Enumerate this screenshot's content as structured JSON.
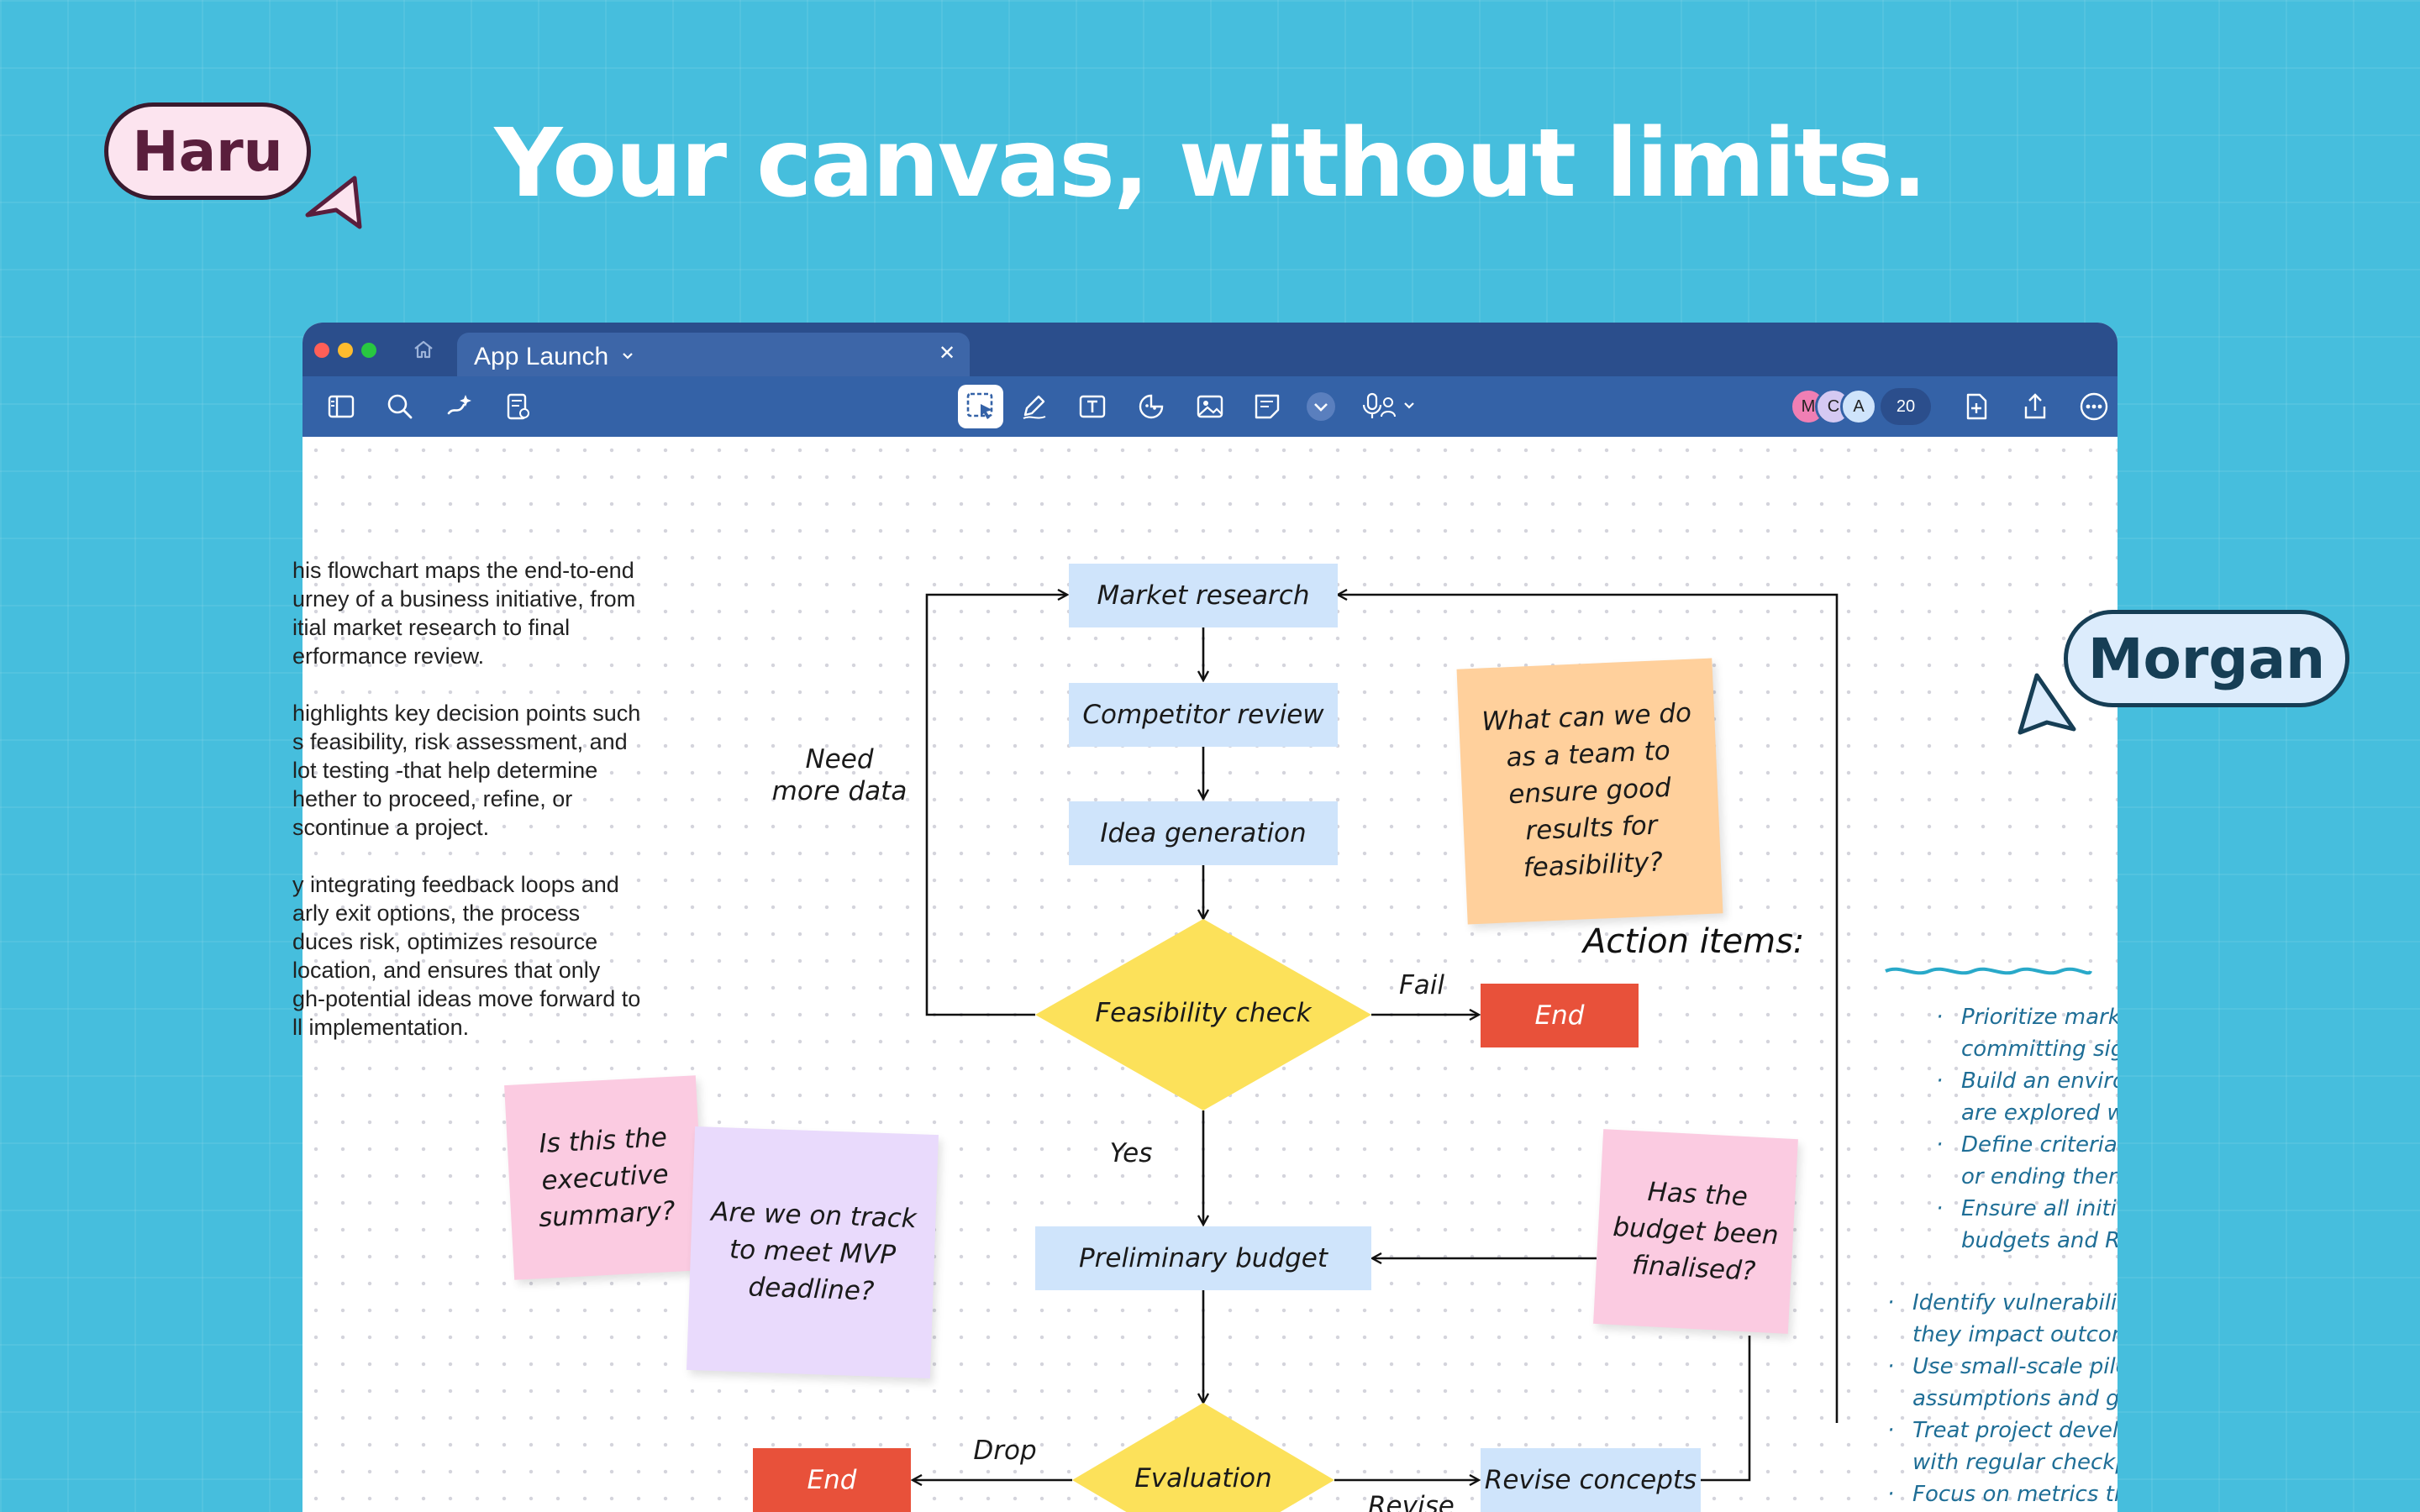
{
  "headline": "Your canvas, without limits.",
  "collaborators": {
    "haru": {
      "name": "Haru",
      "bg": "#FCE4EF",
      "color": "#5A1E3C"
    },
    "morgan": {
      "name": "Morgan",
      "bg": "#DCECFC",
      "color": "#163E55"
    }
  },
  "window": {
    "tab_title": "App Launch",
    "avatars": [
      "M",
      "C",
      "A"
    ],
    "avatar_count": "20"
  },
  "intro_paragraphs": [
    "his flowchart maps the end-to-end\nurney of a business initiative, from\nitial market research to final\nerformance review.",
    "highlights key decision points such\ns feasibility, risk assessment, and\nlot testing -that help determine\nhether to proceed, refine, or\nscontinue a project.",
    "y integrating feedback loops and\narly exit options, the process\nduces risk, optimizes resource\nlocation, and ensures that only\ngh-potential ideas move forward to\nll implementation."
  ],
  "flow": {
    "market_research": "Market research",
    "competitor_review": "Competitor review",
    "idea_generation": "Idea generation",
    "feasibility_check": "Feasibility check",
    "end_1": "End",
    "preliminary_budget": "Preliminary budget",
    "evaluation": "Evaluation",
    "end_2": "End",
    "revise_concepts": "Revise concepts",
    "label_need_more_data_1": "Need",
    "label_need_more_data_2": "more data",
    "label_fail": "Fail",
    "label_yes": "Yes",
    "label_drop": "Drop",
    "label_revise": "Revise"
  },
  "stickies": {
    "team": "What can we do\nas a team to\nensure good\nresults for\nfeasibility?",
    "exec": "Is this the\nexecutive\nsummary?",
    "mvp": "Are we on track\nto meet MVP\ndeadline?",
    "budget": "Has the\nbudget been\nfinalised?"
  },
  "action_items": {
    "title": "Action items:",
    "sub": [
      "Prioritize marke",
      "committing sign",
      "Build an environ",
      "are explored wit",
      "Define criteria f",
      "or ending them.",
      "Ensure all initiat",
      "budgets and ROI"
    ],
    "main": [
      "Identify vulnerabilitie",
      "they impact outcome.",
      "Use small-scale pilots",
      "assumptions and gath",
      "Treat project develop",
      "with regular checkpoi",
      "Focus on metrics that"
    ]
  }
}
